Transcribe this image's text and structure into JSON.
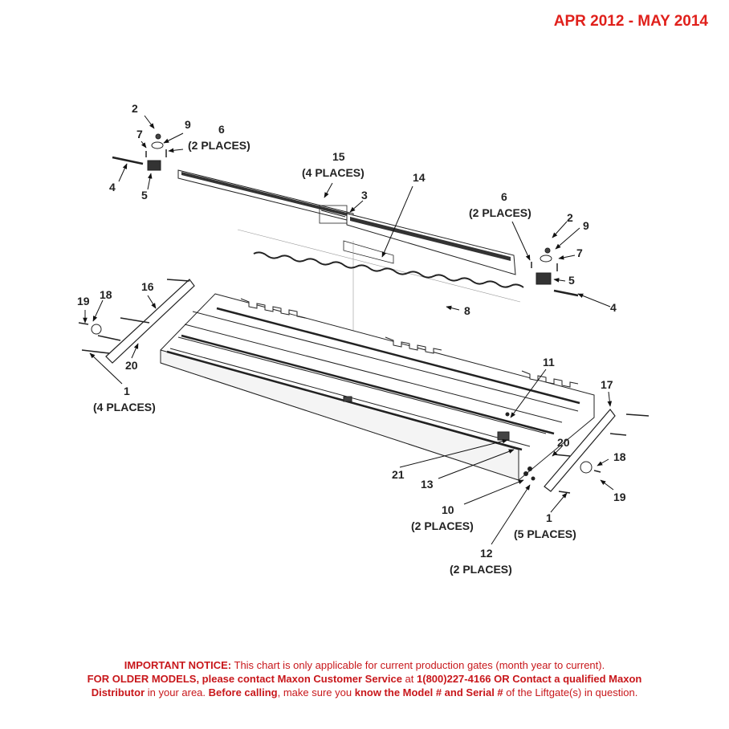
{
  "header": {
    "date_range": "APR 2012 - MAY 2014"
  },
  "callouts": {
    "c2a": "2",
    "c9a": "9",
    "c7a": "7",
    "c6a": "6",
    "c6a_places": "(2 PLACES)",
    "c4a": "4",
    "c5a": "5",
    "c15": "15",
    "c15_places": "(4 PLACES)",
    "c3": "3",
    "c14": "14",
    "c6b": "6",
    "c6b_places": "(2 PLACES)",
    "c2b": "2",
    "c9b": "9",
    "c7b": "7",
    "c5b": "5",
    "c4b": "4",
    "c8": "8",
    "c19a": "19",
    "c18a": "18",
    "c16": "16",
    "c20a": "20",
    "c1a": "1",
    "c1a_places": "(4 PLACES)",
    "c11": "11",
    "c17": "17",
    "c20b": "20",
    "c18b": "18",
    "c19b": "19",
    "c21": "21",
    "c13": "13",
    "c10": "10",
    "c10_places": "(2 PLACES)",
    "c1b": "1",
    "c1b_places": "(5 PLACES)",
    "c12": "12",
    "c12_places": "(2 PLACES)"
  },
  "notice": {
    "l1_bold": "IMPORTANT NOTICE:",
    "l1_text": " This chart is only applicable for current production gates (month year to current).",
    "l2_bold1": "FOR OLDER MODELS, please contact Maxon Customer Service",
    "l2_text1": " at ",
    "l2_bold2": "1(800)227-4166 OR Contact a qualified Maxon",
    "l3_bold1": "Distributor",
    "l3_text1": " in your area. ",
    "l3_bold2": "Before calling",
    "l3_text2": ", make sure you ",
    "l3_bold3": "know the Model # and Serial #",
    "l3_text3": " of the Liftgate(s) in question."
  },
  "colors": {
    "accent_red": "#e0201b",
    "notice_red": "#c8171b",
    "ink": "#222222"
  }
}
